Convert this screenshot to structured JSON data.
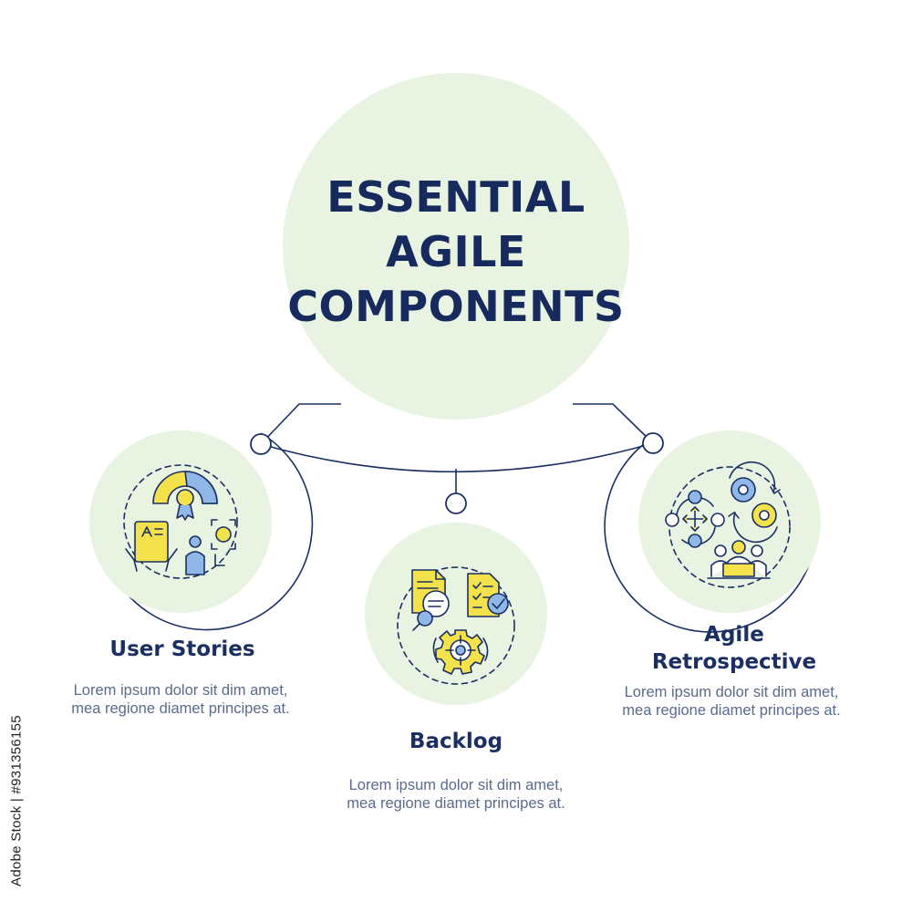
{
  "title": {
    "line1": "ESSENTIAL",
    "line2": "AGILE",
    "line3": "COMPONENTS"
  },
  "components": [
    {
      "label": "User Stories",
      "description": "Lorem ipsum dolor sit dim amet, mea regione diamet principes at.",
      "icon": "user-stories-icon"
    },
    {
      "label": "Backlog",
      "description": "Lorem ipsum dolor sit dim amet, mea regione diamet principes at.",
      "icon": "backlog-icon"
    },
    {
      "label_line1": "Agile",
      "label_line2": "Retrospective",
      "description": "Lorem ipsum dolor sit dim amet, mea regione diamet principes at.",
      "icon": "agile-retrospective-icon"
    }
  ],
  "stock_id": "Adobe Stock | #931356155",
  "colors": {
    "navy": "#1b2f63",
    "circle_fill": "#e8f3e1",
    "icon_yellow": "#f4e24d",
    "icon_blue": "#8fb8e8",
    "text_gray": "#5a6b8c"
  }
}
